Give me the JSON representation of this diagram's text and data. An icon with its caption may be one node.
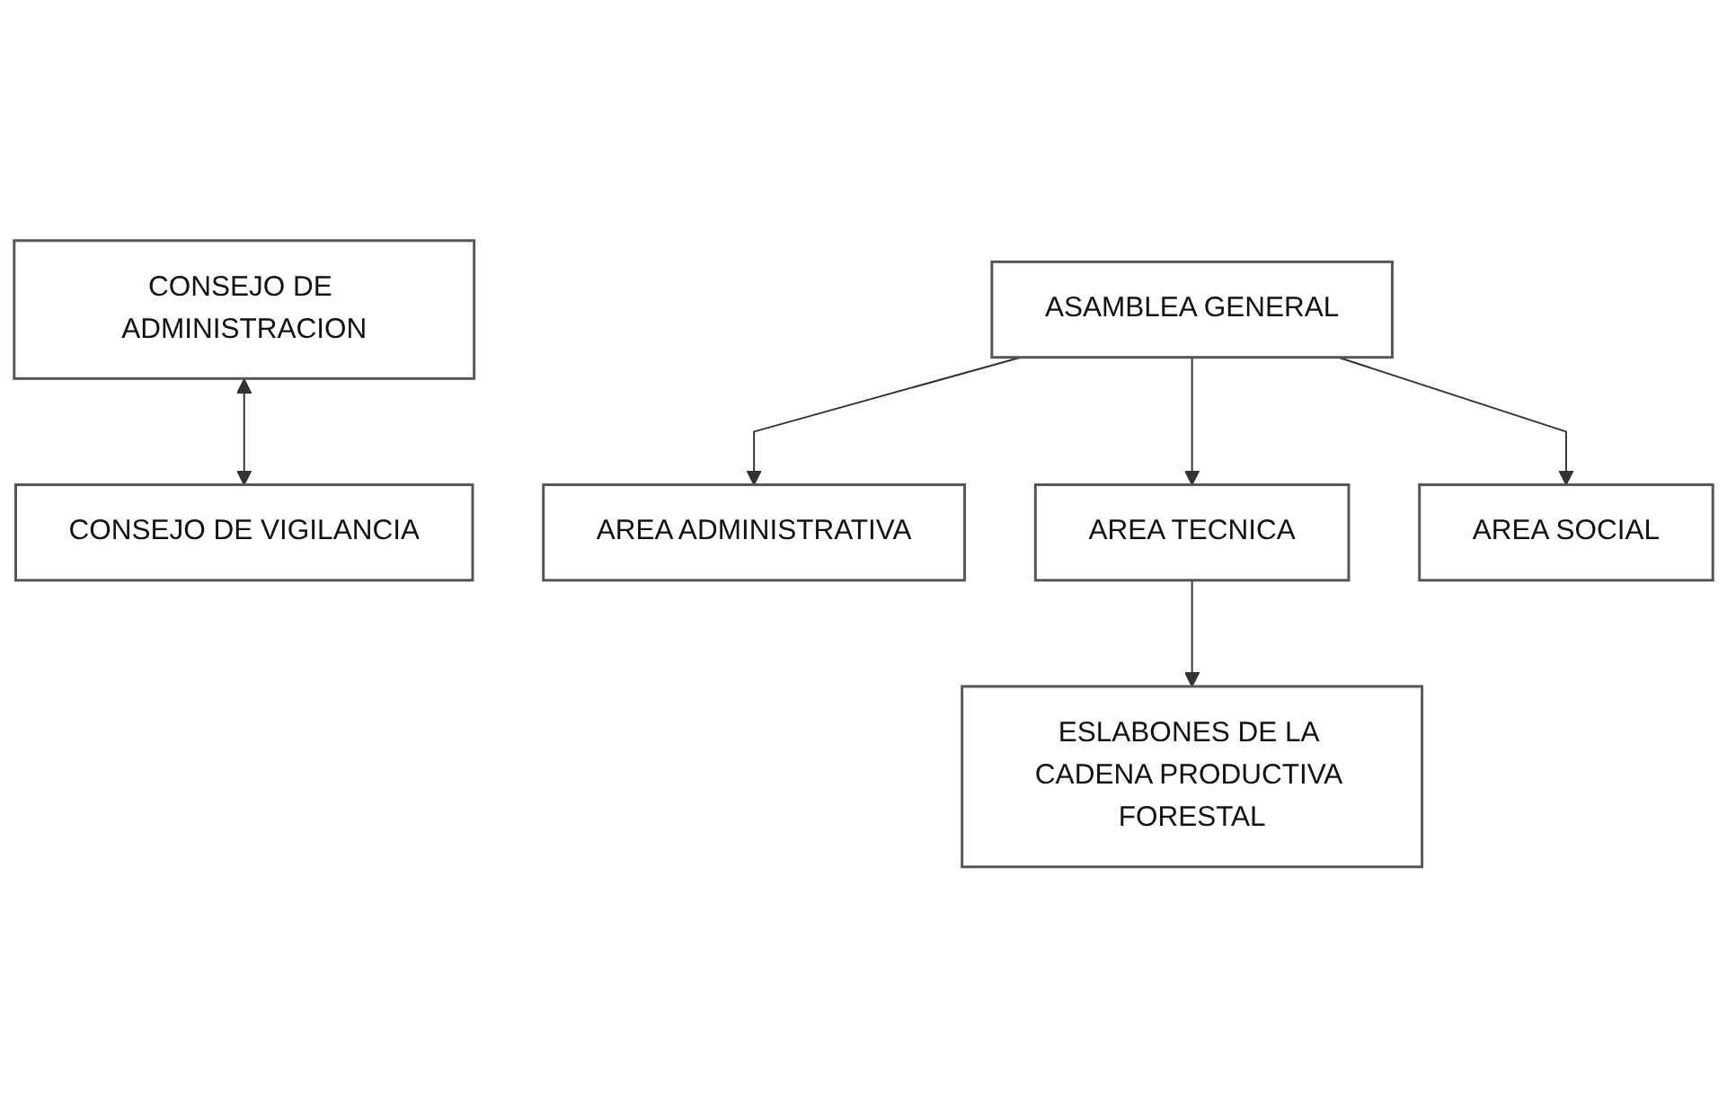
{
  "diagram": {
    "nodes": [
      {
        "text": [
          "ASAMBLEA GENERAL"
        ]
      },
      {
        "text": [
          "CONSEJO DE ADMINISTRACION"
        ]
      },
      {
        "text": [
          "CONSEJO DE VIGILANCIA"
        ]
      },
      {
        "text": [
          "AREA ADMINISTRATIVA"
        ]
      },
      {
        "text": [
          "AREA TECNICA"
        ]
      },
      {
        "text": [
          "AREA SOCIAL"
        ]
      },
      {
        "text": [
          "ESLABONES DE LA CADENA PRODUCTIVA FORESTAL"
        ]
      }
    ],
    "edges": [
      {
        "from": 1,
        "to": 2,
        "arrow": "both"
      },
      {
        "from": 0,
        "to": 3,
        "arrow": "to"
      },
      {
        "from": 0,
        "to": 4,
        "arrow": "to"
      },
      {
        "from": 0,
        "to": 5,
        "arrow": "to"
      },
      {
        "from": 4,
        "to": 6,
        "arrow": "to"
      }
    ]
  }
}
